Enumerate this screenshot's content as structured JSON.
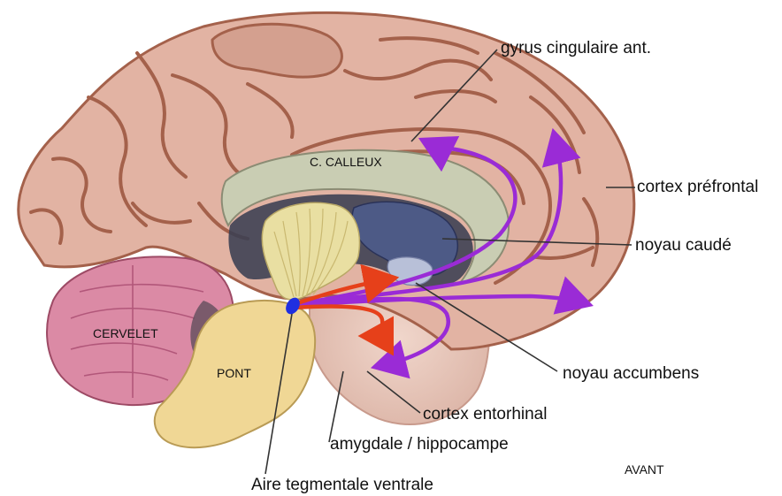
{
  "labels": {
    "gyrus_cingulaire": "gyrus cingulaire ant.",
    "cortex_prefrontal": "cortex préfrontal",
    "noyau_caude": "noyau caudé",
    "noyau_accumbens": "noyau accumbens",
    "cortex_entorhinal": "cortex entorhinal",
    "amygdale_hippocampe": "amygdale / hippocampe",
    "aire_tegmentale": "Aire tegmentale ventrale",
    "avant": "AVANT",
    "corps_calleux": "C. CALLEUX",
    "cervelet": "CERVELET",
    "pont": "PONT"
  },
  "colors": {
    "cortex": "#e2b3a3",
    "sulcus": "#a4614b",
    "corpus_callosum": "#c9cdb3",
    "ventricle": "#3a3f52",
    "caudate": "#33406e",
    "thalamus_fibers": "#e9dfa2",
    "cerebellum": "#db8aa5",
    "pons": "#f0d795",
    "pathway_purple": "#9a2bd6",
    "pathway_red": "#e6401a",
    "vta": "#1f2fe0"
  }
}
